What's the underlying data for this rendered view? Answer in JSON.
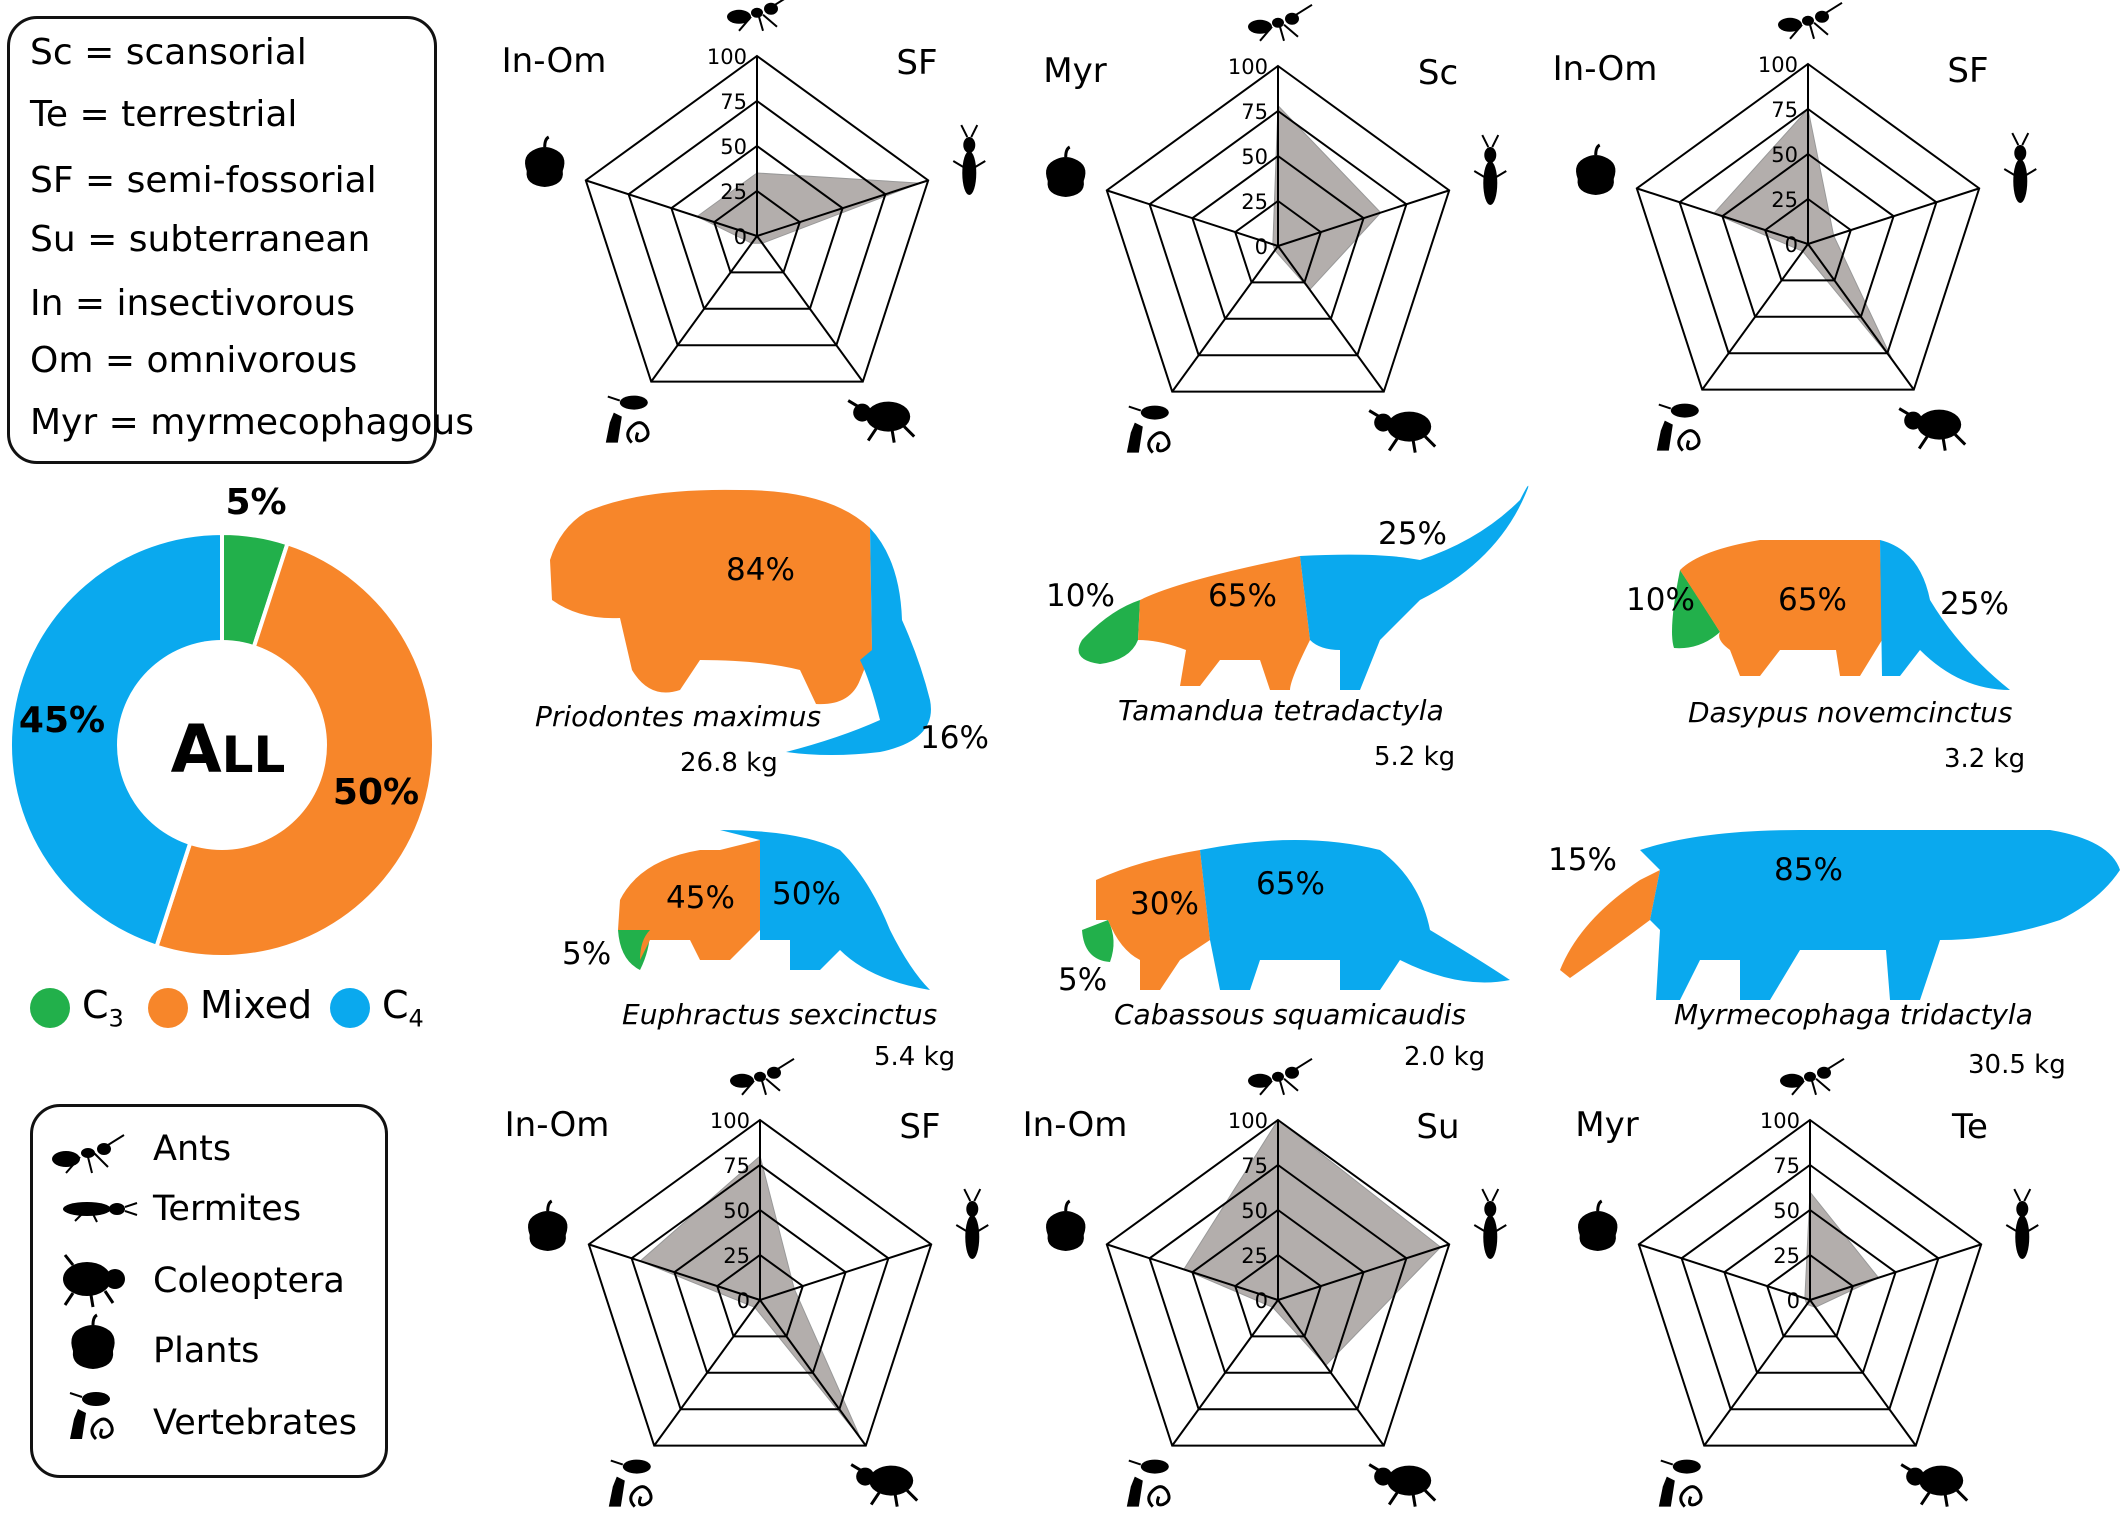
{
  "abbreviations": [
    "Sc = scansorial",
    "Te = terrestrial",
    "SF = semi-fossorial",
    "Su = subterranean",
    "In = insectivorous",
    "Om = omnivorous",
    "Myr = myrmecophagous"
  ],
  "diet_legend": [
    {
      "label": "Ants",
      "icon": "ant-icon"
    },
    {
      "label": "Termites",
      "icon": "termite-icon"
    },
    {
      "label": "Coleoptera",
      "icon": "beetle-icon"
    },
    {
      "label": "Plants",
      "icon": "plant-icon"
    },
    {
      "label": "Vertebrates",
      "icon": "vertebrate-icon"
    }
  ],
  "colors": {
    "c3": "#22b04b",
    "mixed": "#f7862a",
    "c4": "#0aa9ee",
    "radar_fill": "#b3aeac",
    "radar_stroke": "#999999"
  },
  "chart_data": [
    {
      "type": "pie",
      "title": "All",
      "labels": [
        "C3",
        "Mixed",
        "C4"
      ],
      "values": [
        5,
        50,
        45
      ],
      "value_labels": [
        "5%",
        "50%",
        "45%"
      ],
      "legend": [
        {
          "base": "C",
          "sub": "3"
        },
        {
          "base": "Mixed",
          "sub": ""
        },
        {
          "base": "C",
          "sub": "4"
        }
      ]
    },
    {
      "type": "radar",
      "axes": [
        "Ants",
        "Termites",
        "Coleoptera",
        "Vertebrates",
        "Plants"
      ],
      "ticks": [
        "0",
        "25",
        "50",
        "75",
        "100"
      ],
      "range": [
        0,
        100
      ],
      "panels": [
        {
          "left": "In-Om",
          "right": "SF",
          "values": [
            35,
            95,
            5,
            5,
            35
          ]
        },
        {
          "left": "Myr",
          "right": "Sc",
          "values": [
            78,
            60,
            30,
            3,
            3
          ]
        },
        {
          "left": "In-Om",
          "right": "SF",
          "values": [
            75,
            15,
            80,
            5,
            55
          ]
        },
        {
          "left": "In-Om",
          "right": "SF",
          "values": [
            80,
            20,
            95,
            5,
            70
          ]
        },
        {
          "left": "In-Om",
          "right": "Su",
          "values": [
            100,
            95,
            45,
            5,
            55
          ]
        },
        {
          "left": "Myr",
          "right": "Te",
          "values": [
            60,
            40,
            5,
            3,
            3
          ]
        }
      ]
    },
    {
      "type": "bar",
      "stacked": true,
      "series_order": [
        "C3",
        "Mixed",
        "C4"
      ],
      "species": [
        {
          "name": "Priodontes maximus",
          "mass": "26.8 kg",
          "c3": "",
          "mixed": "84%",
          "c4": "16%",
          "values": [
            0,
            84,
            16
          ]
        },
        {
          "name": "Tamandua tetradactyla",
          "mass": "5.2 kg",
          "c3": "10%",
          "mixed": "65%",
          "c4": "25%",
          "values": [
            10,
            65,
            25
          ]
        },
        {
          "name": "Dasypus novemcinctus",
          "mass": "3.2 kg",
          "c3": "10%",
          "mixed": "65%",
          "c4": "25%",
          "values": [
            10,
            65,
            25
          ]
        },
        {
          "name": "Euphractus sexcinctus",
          "mass": "5.4 kg",
          "c3": "5%",
          "mixed": "45%",
          "c4": "50%",
          "values": [
            5,
            45,
            50
          ]
        },
        {
          "name": "Cabassous squamicaudis",
          "mass": "2.0 kg",
          "c3": "5%",
          "mixed": "30%",
          "c4": "65%",
          "values": [
            5,
            30,
            65
          ]
        },
        {
          "name": "Myrmecophaga tridactyla",
          "mass": "30.5 kg",
          "c3": "",
          "mixed": "15%",
          "c4": "85%",
          "values": [
            0,
            15,
            85
          ]
        }
      ]
    }
  ]
}
